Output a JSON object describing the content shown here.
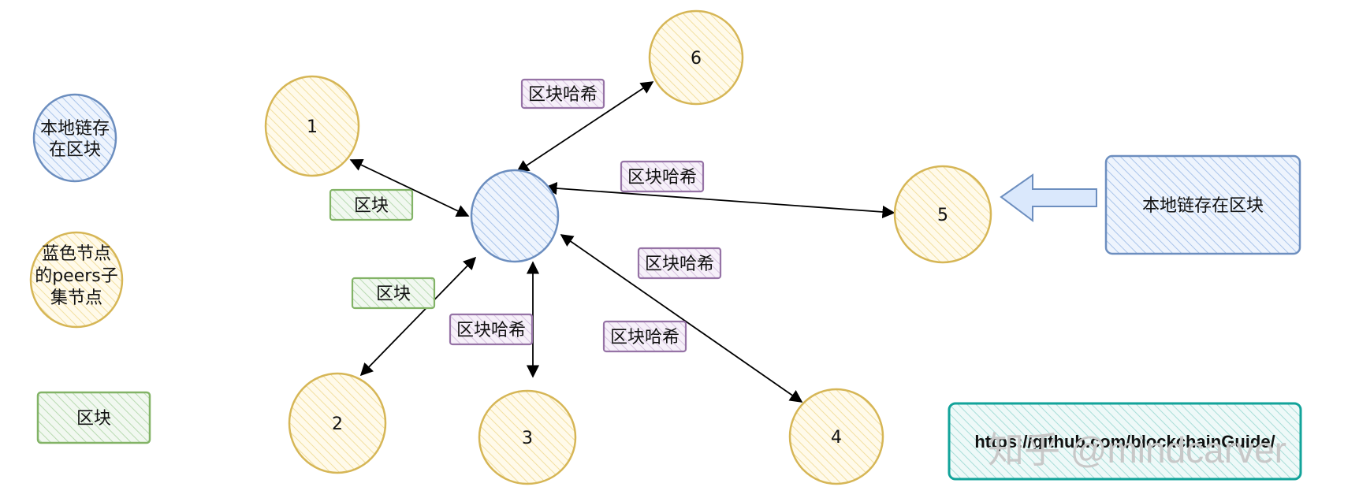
{
  "legend": {
    "local_chain_label_line1": "本地链存",
    "local_chain_label_line2": "在区块",
    "peer_subset_line1": "蓝色节点",
    "peer_subset_line2": "的peers子",
    "peer_subset_line3": "集节点",
    "block_label": "区块"
  },
  "nodes": {
    "n1": "1",
    "n2": "2",
    "n3": "3",
    "n4": "4",
    "n5": "5",
    "n6": "6"
  },
  "edge_labels": {
    "to6": "区块哈希",
    "to5": "区块哈希",
    "to1": "区块",
    "to2": "区块",
    "to3": "区块哈希",
    "to4_a": "区块哈希",
    "to4_b": "区块哈希"
  },
  "source_box": "本地链存在区块",
  "url": "https://github.com/blockchainGuide/",
  "watermark": "知乎 @mindcarver",
  "colors": {
    "blue_fill": "#dae8fc",
    "blue_stroke": "#6c8ebf",
    "yellow_fill": "#fff2cc",
    "yellow_stroke": "#d6b656",
    "green_fill": "#d5e8d4",
    "green_stroke": "#82b366",
    "purple_fill": "#e1d5e7",
    "purple_stroke": "#9673a6",
    "teal_fill": "#d0eeea",
    "teal_stroke": "#12a39a"
  }
}
